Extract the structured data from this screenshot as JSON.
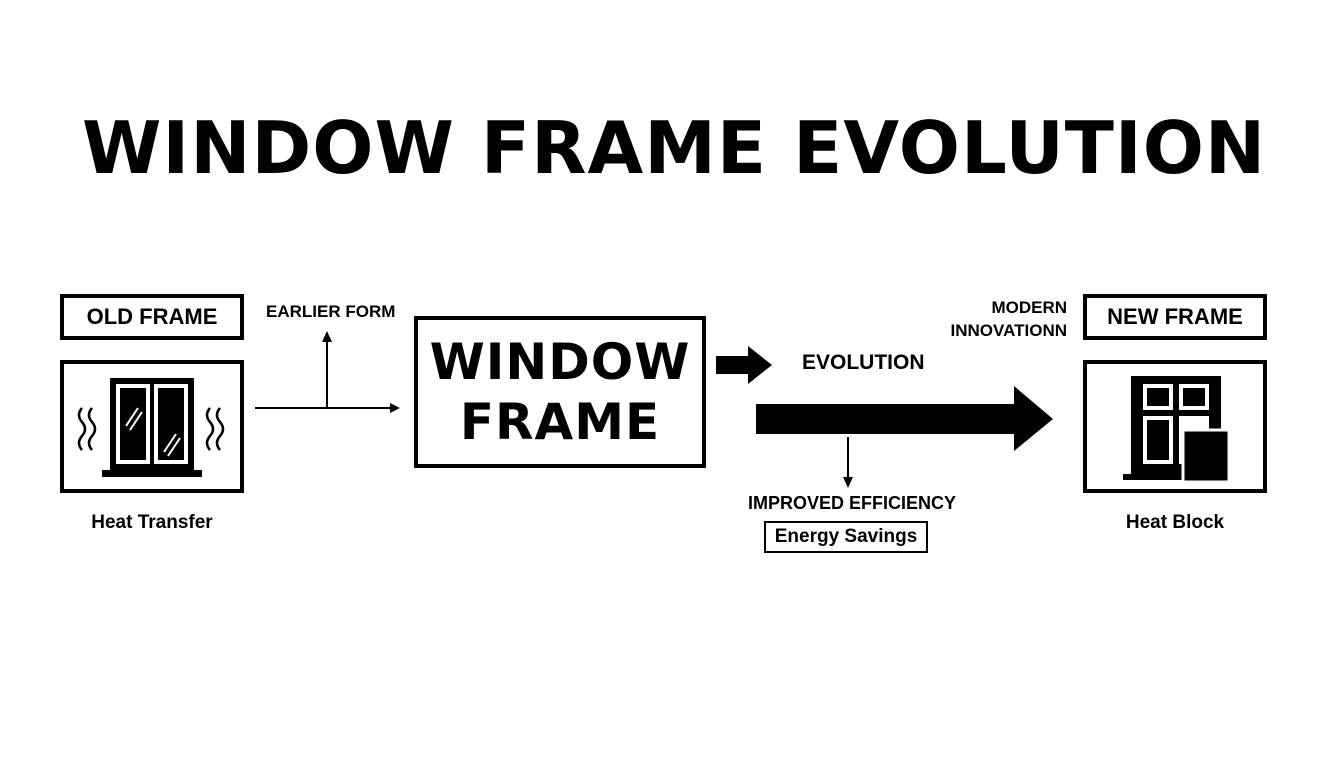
{
  "title": "WINDOW FRAME EVOLUTION",
  "old": {
    "label": "OLD FRAME",
    "caption": "Heat Transfer",
    "icon": "old-window-heat-icon"
  },
  "earlier_form": "EARLIER FORM",
  "center": {
    "line1": "WINDOW",
    "line2": "FRAME"
  },
  "evolution": "EVOLUTION",
  "improved": "IMPROVED EFFICIENCY",
  "savings": "Energy Savings",
  "modern": {
    "line1": "MODERN",
    "line2": "INNOVATIONN"
  },
  "new": {
    "label": "NEW FRAME",
    "caption": "Heat Block",
    "icon": "new-window-block-icon"
  }
}
